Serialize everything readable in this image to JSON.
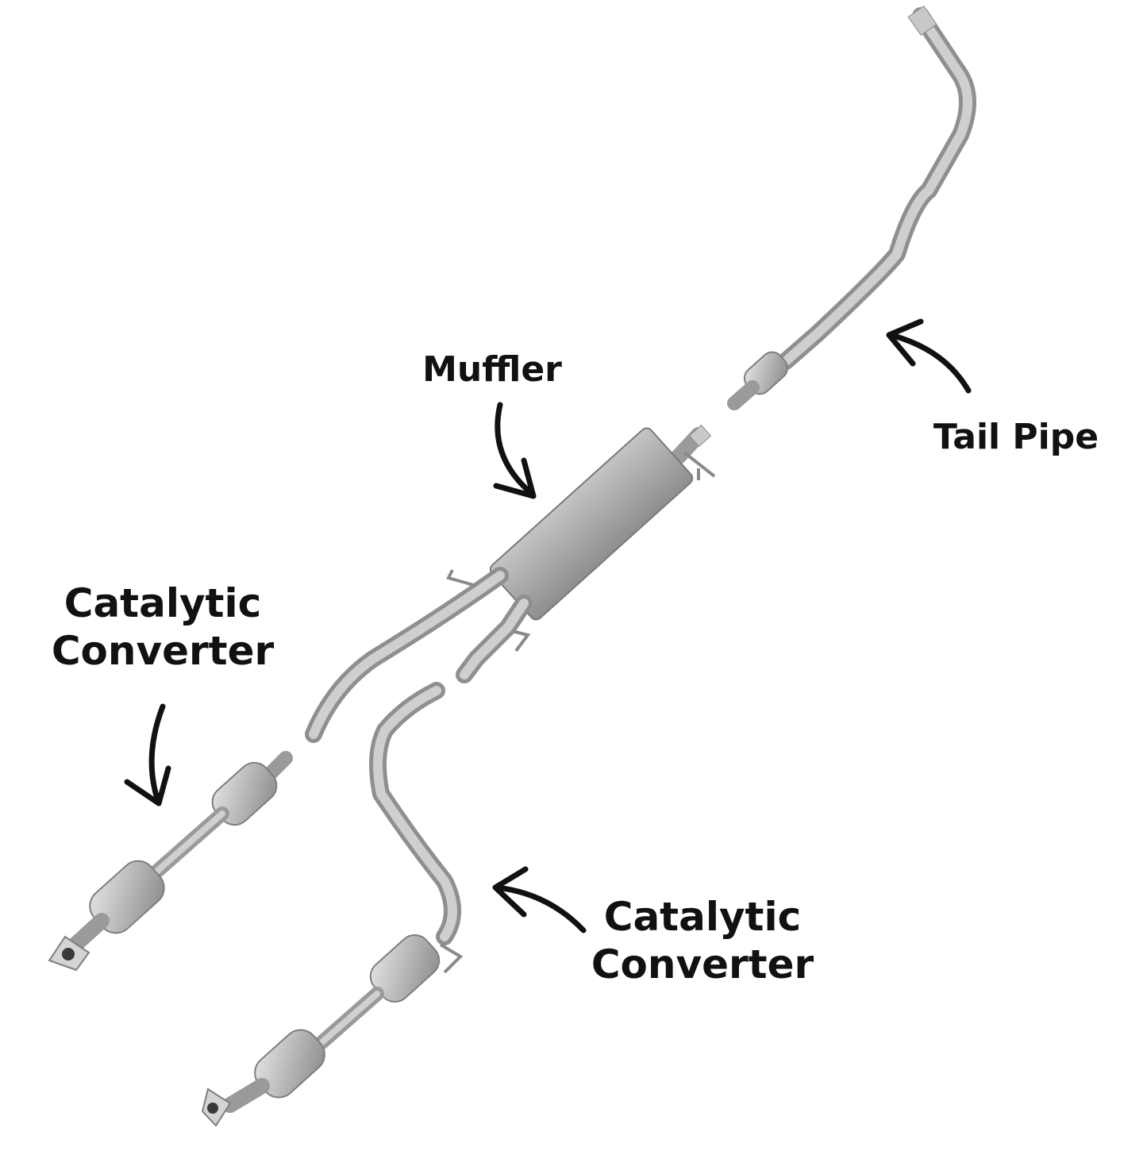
{
  "labels": {
    "muffler": "Muffler",
    "tail_pipe": "Tail Pipe",
    "cat_left": {
      "line1": "Catalytic",
      "line2": "Converter"
    },
    "cat_right": {
      "line1": "Catalytic",
      "line2": "Converter"
    }
  },
  "colors": {
    "pipe": "#b4b4b4",
    "pipe_dark": "#8c8c8c",
    "muffler_body": "#a9a9a9",
    "arrow": "#111111",
    "background": "#ffffff"
  }
}
